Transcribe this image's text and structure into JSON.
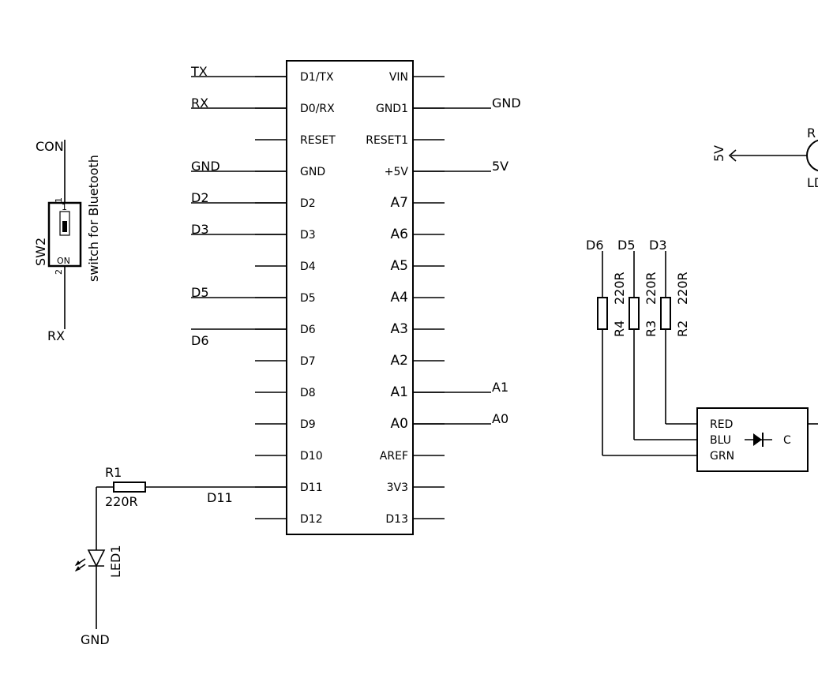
{
  "net_labels": {
    "tx": "TX",
    "rx": "RX",
    "gnd_left": "GND",
    "d2": "D2",
    "d3": "D3",
    "d5": "D5",
    "d6": "D6",
    "gnd_right": "GND",
    "v5": "5V",
    "a1": "A1",
    "a0": "A0",
    "d11": "D11"
  },
  "mcu": {
    "left_pins": [
      "D1/TX",
      "D0/RX",
      "RESET",
      "GND",
      "D2",
      "D3",
      "D4",
      "D5",
      "D6",
      "D7",
      "D8",
      "D9",
      "D10",
      "D11",
      "D12"
    ],
    "right_pins": [
      "VIN",
      "GND1",
      "RESET1",
      "+5V",
      "A7",
      "A6",
      "A5",
      "A4",
      "A3",
      "A2",
      "A1",
      "A0",
      "AREF",
      "3V3",
      "D13"
    ]
  },
  "switch": {
    "name": "SW2",
    "desc": "switch for Bluetooth",
    "con": "CON",
    "rx": "RX",
    "pin1": "1",
    "pin2": "2",
    "on": "ON",
    "inner1": "1"
  },
  "r1": {
    "name": "R1",
    "value": "220R"
  },
  "led1": {
    "name": "LED1",
    "gnd": "GND"
  },
  "rgb": {
    "in_d6": "D6",
    "in_d5": "D5",
    "in_d3": "D3",
    "r4_name": "R4",
    "r4_value": "220R",
    "r3_name": "R3",
    "r3_value": "220R",
    "r2_name": "R2",
    "r2_value": "220R",
    "red": "RED",
    "blu": "BLU",
    "grn": "GRN",
    "common": "C"
  },
  "ldr": {
    "v5": "5V",
    "name_top": "R",
    "name_bottom": "LD"
  }
}
